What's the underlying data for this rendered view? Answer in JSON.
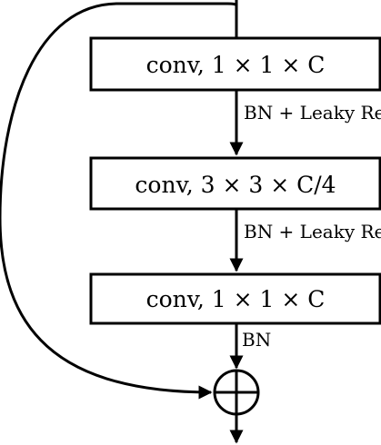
{
  "blocks": [
    {
      "label": "conv, 1 × 1 × C"
    },
    {
      "label": "conv, 3 × 3 × C/4"
    },
    {
      "label": "conv, 1 × 1 × C"
    }
  ],
  "edges": [
    {
      "label": "BN + Leaky ReLU"
    },
    {
      "label": "BN + Leaky ReLU"
    },
    {
      "label": "BN"
    }
  ],
  "colors": {
    "stroke": "#000000",
    "fill": "#ffffff"
  }
}
